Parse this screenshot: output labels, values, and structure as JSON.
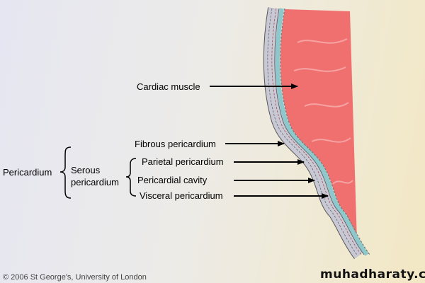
{
  "labels": {
    "cardiac_muscle": "Cardiac muscle",
    "fibrous": "Fibrous pericardium",
    "parietal": "Parietal pericardium",
    "cavity": "Pericardial cavity",
    "visceral": "Visceral pericardium",
    "pericardium": "Pericardium",
    "serous_line1": "Serous",
    "serous_line2": "pericardium"
  },
  "copyright": "© 2006 St George's, University of London",
  "watermark": "muhadharaty.com",
  "colors": {
    "muscle": "#f07070",
    "fibrous": "#c8c8d4",
    "cavity": "#8cc8cc"
  }
}
